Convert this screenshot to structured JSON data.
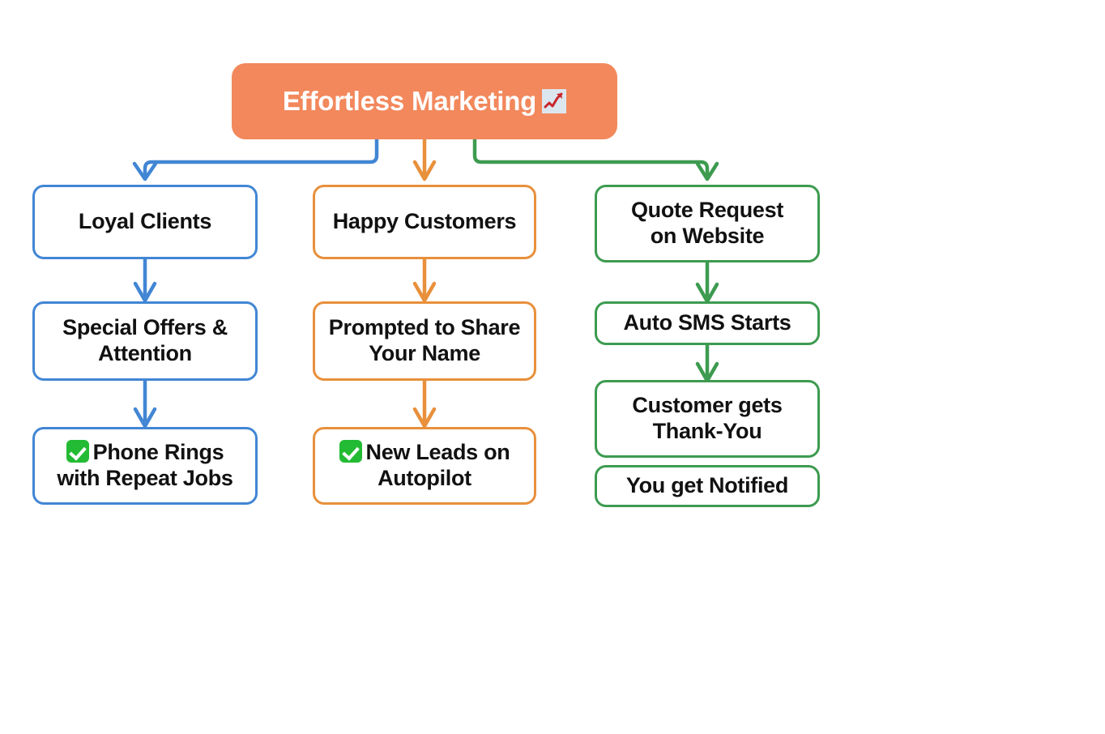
{
  "diagram": {
    "title": "Effortless Marketing",
    "type": "flowchart",
    "background_color": "#ffffff",
    "root": {
      "label": "Effortless Marketing",
      "icon": "chart-increasing-emoji",
      "icon_char": "📈",
      "fill_color": "#F2885C",
      "text_color": "#ffffff"
    },
    "branches": [
      {
        "id": "loyalty-branch",
        "color": "#4286D4",
        "color_name": "blue",
        "nodes": [
          {
            "id": "loyal-clients",
            "label": "Loyal Clients",
            "icon": null,
            "lines": [
              "Loyal Clients"
            ]
          },
          {
            "id": "special-offers",
            "label": "Special Offers & Attention",
            "icon": null,
            "lines": [
              "Special Offers &",
              "Attention"
            ]
          },
          {
            "id": "phone-rings",
            "label": "Phone Rings with Repeat Jobs",
            "icon": "check-mark-button-emoji",
            "icon_char": "✅",
            "lines": [
              "Phone Rings",
              "with Repeat Jobs"
            ]
          }
        ]
      },
      {
        "id": "referral-branch",
        "color": "#E8903C",
        "color_name": "orange",
        "nodes": [
          {
            "id": "happy-customers",
            "label": "Happy Customers",
            "icon": null,
            "lines": [
              "Happy Customers"
            ]
          },
          {
            "id": "prompted-to-share",
            "label": "Prompted to Share Your Name",
            "icon": null,
            "lines": [
              "Prompted to Share",
              "Your Name"
            ]
          },
          {
            "id": "new-leads",
            "label": "New Leads on Autopilot",
            "icon": "check-mark-button-emoji",
            "icon_char": "✅",
            "lines": [
              "New Leads on",
              "Autopilot"
            ]
          }
        ]
      },
      {
        "id": "quote-branch",
        "color": "#3D9B50",
        "color_name": "green",
        "nodes": [
          {
            "id": "quote-request",
            "label": "Quote Request on Website",
            "icon": null,
            "lines": [
              "Quote Request",
              "on Website"
            ]
          },
          {
            "id": "auto-sms",
            "label": "Auto SMS Starts",
            "icon": null,
            "lines": [
              "Auto SMS Starts"
            ]
          },
          {
            "id": "thank-you",
            "label": "Customer gets Thank-You",
            "icon": null,
            "lines": [
              "Customer gets",
              "Thank-You"
            ]
          },
          {
            "id": "you-notified",
            "label": "You get Notified",
            "icon": null,
            "lines": [
              "You get Notified"
            ]
          }
        ]
      }
    ]
  }
}
